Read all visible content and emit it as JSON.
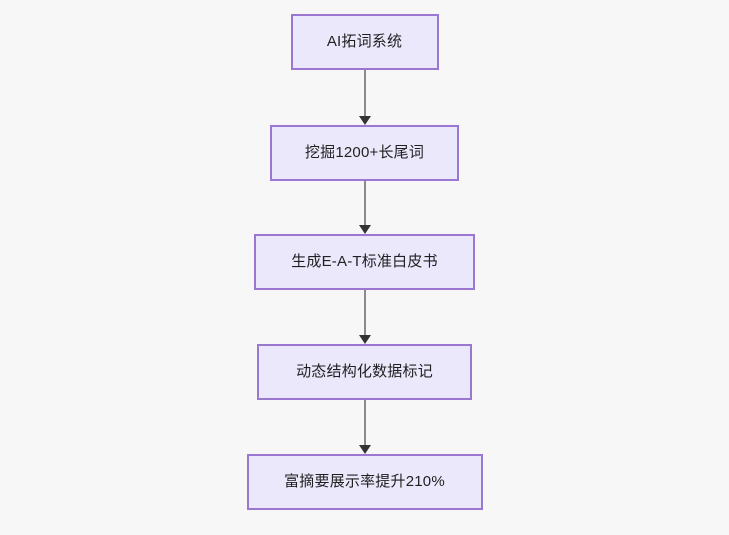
{
  "diagram": {
    "type": "flowchart",
    "direction": "top-to-bottom",
    "background_color": "#f7f7f7",
    "node_fill_color": "#ebe8fc",
    "node_border_color": "#9a78d1",
    "node_text_color": "#1f2020",
    "edge_line_color": "#8a8a8a",
    "edge_arrow_color": "#333333",
    "nodes": [
      {
        "id": "n1",
        "label": "AI拓词系统"
      },
      {
        "id": "n2",
        "label": "挖掘1200+长尾词"
      },
      {
        "id": "n3",
        "label": "生成E-A-T标准白皮书"
      },
      {
        "id": "n4",
        "label": "动态结构化数据标记"
      },
      {
        "id": "n5",
        "label": "富摘要展示率提升210%"
      }
    ],
    "edges": [
      {
        "from": "n1",
        "to": "n2",
        "arrow": "down-arrowhead",
        "label": ""
      },
      {
        "from": "n2",
        "to": "n3",
        "arrow": "down-arrowhead",
        "label": ""
      },
      {
        "from": "n3",
        "to": "n4",
        "arrow": "down-arrowhead",
        "label": ""
      },
      {
        "from": "n4",
        "to": "n5",
        "arrow": "down-arrowhead",
        "label": ""
      }
    ]
  }
}
